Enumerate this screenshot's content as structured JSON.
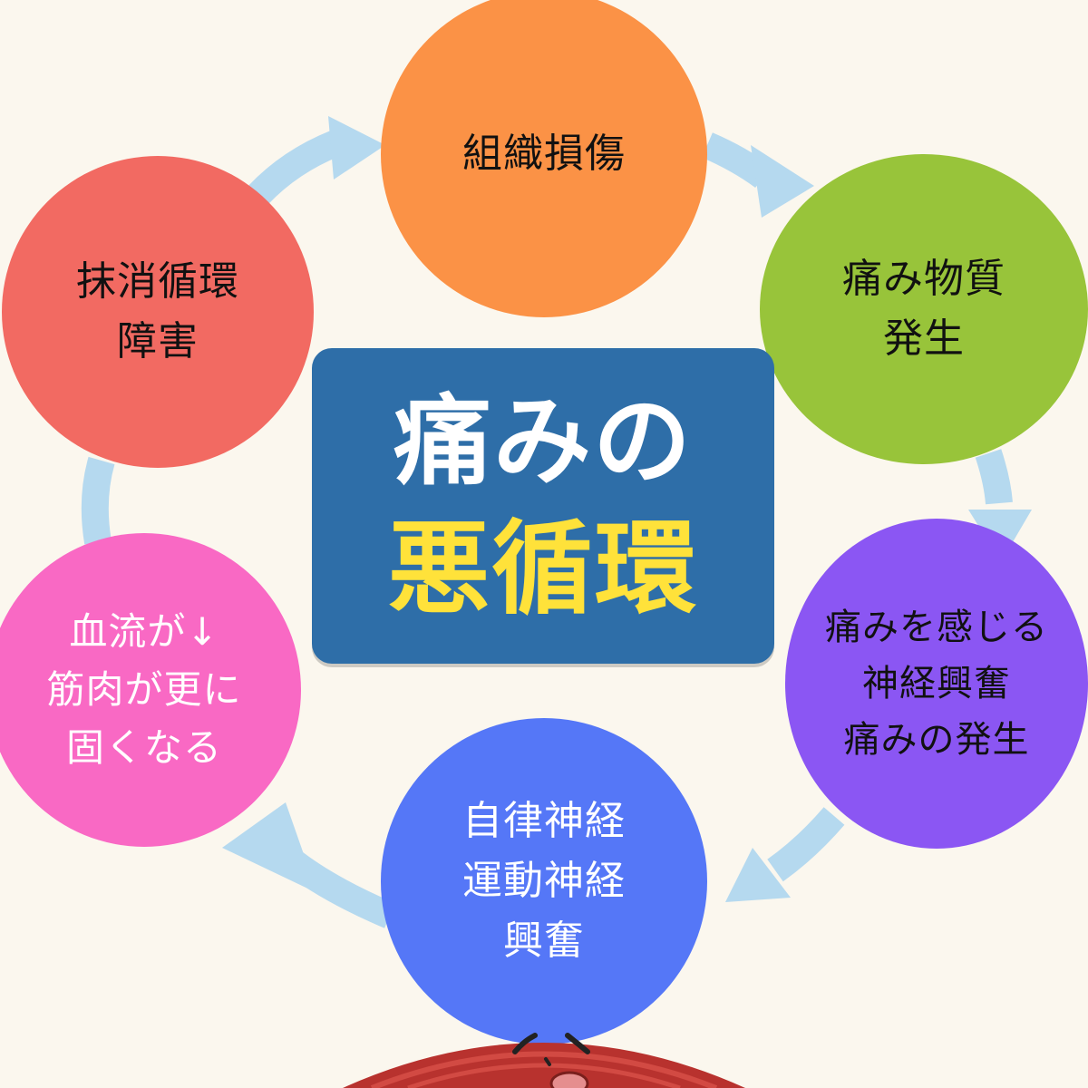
{
  "title": {
    "line1": "痛みの",
    "line2": "悪循環"
  },
  "nodes": {
    "tissue_damage": {
      "lines": [
        "組織損傷"
      ]
    },
    "pain_substance": {
      "lines": [
        "痛み物質",
        "発生"
      ]
    },
    "nerve_excitation": {
      "lines": [
        "痛みを感じる",
        "神経興奮",
        "痛みの発生"
      ]
    },
    "autonomic_motor": {
      "lines": [
        "自律神経",
        "運動神経",
        "興奮"
      ]
    },
    "blood_flow": {
      "lines": [
        "血流が↓",
        "筋肉が更に",
        "固くなる"
      ]
    },
    "circulation": {
      "lines": [
        "抹消循環",
        "障害"
      ]
    }
  },
  "colors": {
    "background": "#fbf7ee",
    "arrow": "#b5d9ef",
    "title_box": "#2e6ea8",
    "title_line1": "#ffffff",
    "title_line2": "#ffe23a",
    "tissue_damage": "#fb9246",
    "pain_substance": "#98c43a",
    "nerve_excitation": "#8b56f3",
    "autonomic_motor": "#5577f7",
    "blood_flow": "#f969c4",
    "circulation": "#f26a62",
    "muscle": "#b8322e"
  }
}
